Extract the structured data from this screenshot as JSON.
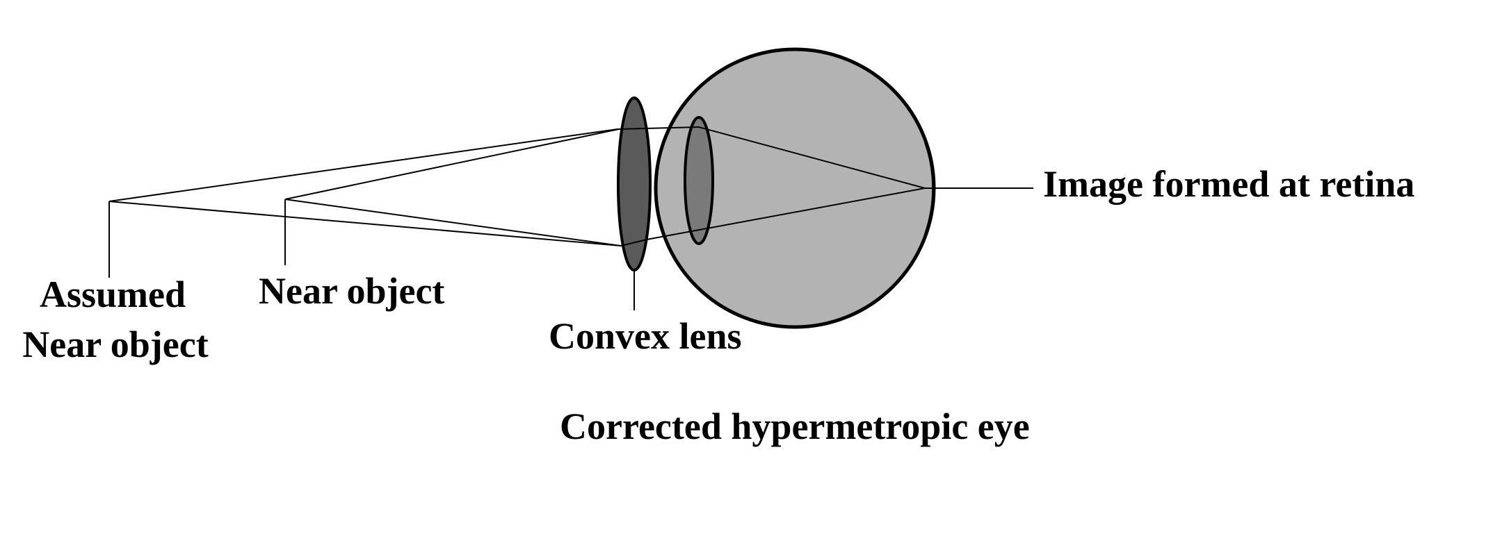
{
  "labels": {
    "assumed_line1": "Assumed",
    "assumed_line2": "Near object",
    "near_object": "Near object",
    "convex_lens": "Convex lens",
    "image_retina": "Image formed at retina",
    "caption": "Corrected hypermetropic eye"
  },
  "colors": {
    "eyeball_fill": "#b3b3b3",
    "eye_lens_fill": "#7a7a7a",
    "convex_lens_fill": "#5a5a5a",
    "stroke": "#000000",
    "background": "#ffffff"
  }
}
